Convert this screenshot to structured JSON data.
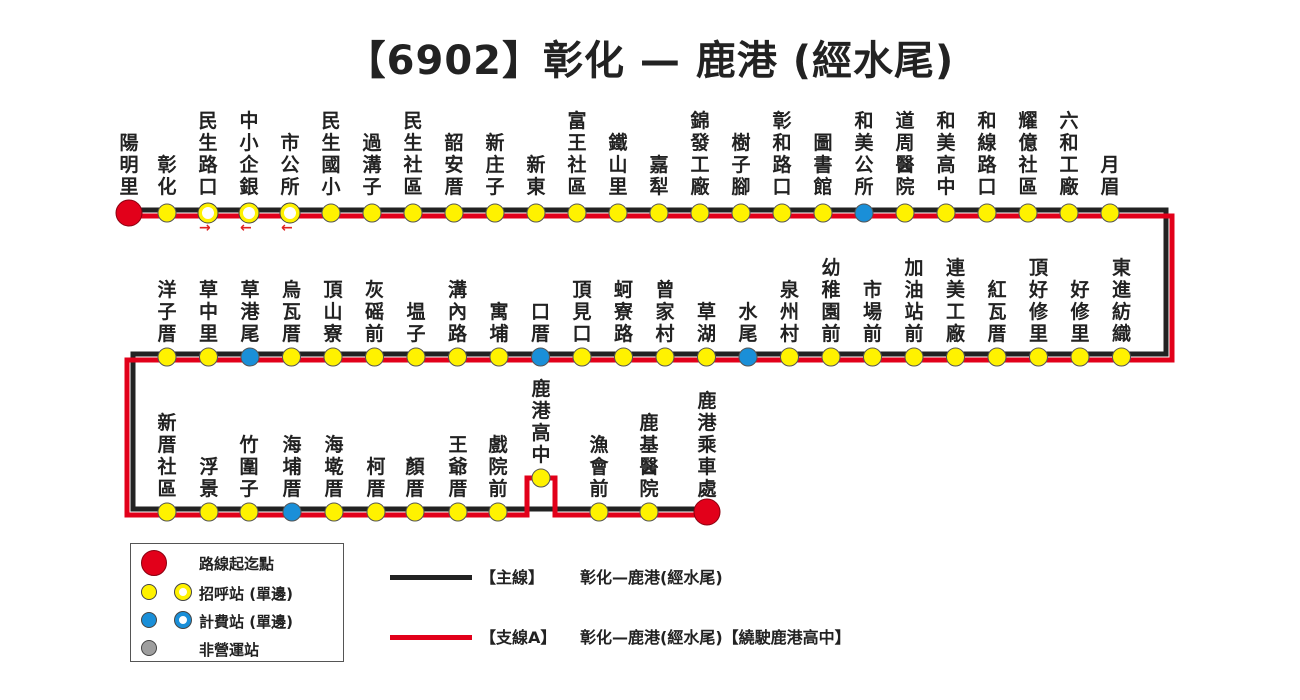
{
  "title": "【6902】彰化 — 鹿港 (經水尾)",
  "colors": {
    "main_line": "#222222",
    "branch_line": "#e2001a",
    "terminal": "#e2001a",
    "hail_stop": "#fff200",
    "fare_stop": "#1a8fd8",
    "non_operating": "#9e9e9e"
  },
  "row1": [
    {
      "name": "陽明里",
      "type": "terminal"
    },
    {
      "name": "彰化",
      "type": "hail"
    },
    {
      "name": "民生路口",
      "type": "hail-single"
    },
    {
      "name": "中小企銀",
      "type": "hail-single"
    },
    {
      "name": "市公所",
      "type": "hail-single"
    },
    {
      "name": "民生國小",
      "type": "hail"
    },
    {
      "name": "過溝子",
      "type": "hail"
    },
    {
      "name": "民生社區",
      "type": "hail"
    },
    {
      "name": "韶安厝",
      "type": "hail"
    },
    {
      "name": "新庄子",
      "type": "hail"
    },
    {
      "name": "新東",
      "type": "hail"
    },
    {
      "name": "富王社區",
      "type": "hail"
    },
    {
      "name": "鐵山里",
      "type": "hail"
    },
    {
      "name": "嘉犁",
      "type": "hail"
    },
    {
      "name": "錦發工廠",
      "type": "hail"
    },
    {
      "name": "樹子腳",
      "type": "hail"
    },
    {
      "name": "彰和路口",
      "type": "hail"
    },
    {
      "name": "圖書館",
      "type": "hail"
    },
    {
      "name": "和美公所",
      "type": "fare"
    },
    {
      "name": "道周醫院",
      "type": "hail"
    },
    {
      "name": "和美高中",
      "type": "hail"
    },
    {
      "name": "和線路口",
      "type": "hail"
    },
    {
      "name": "耀億社區",
      "type": "hail"
    },
    {
      "name": "六和工廠",
      "type": "hail"
    },
    {
      "name": "月眉",
      "type": "hail"
    }
  ],
  "row1_arrows": [
    "→",
    "←",
    "←"
  ],
  "row2": [
    {
      "name": "洋子厝",
      "type": "hail"
    },
    {
      "name": "草中里",
      "type": "hail"
    },
    {
      "name": "草港尾",
      "type": "fare"
    },
    {
      "name": "烏瓦厝",
      "type": "hail"
    },
    {
      "name": "頂山寮",
      "type": "hail"
    },
    {
      "name": "灰磘前",
      "type": "hail"
    },
    {
      "name": "塭子",
      "type": "hail"
    },
    {
      "name": "溝內路",
      "type": "hail"
    },
    {
      "name": "寓埔",
      "type": "hail"
    },
    {
      "name": "口厝",
      "type": "fare"
    },
    {
      "name": "頂見口",
      "type": "hail"
    },
    {
      "name": "蚵寮路",
      "type": "hail"
    },
    {
      "name": "曾家村",
      "type": "hail"
    },
    {
      "name": "草湖",
      "type": "hail"
    },
    {
      "name": "水尾",
      "type": "fare"
    },
    {
      "name": "泉州村",
      "type": "hail"
    },
    {
      "name": "幼稚園前",
      "type": "hail"
    },
    {
      "name": "市場前",
      "type": "hail"
    },
    {
      "name": "加油站前",
      "type": "hail"
    },
    {
      "name": "連美工廠",
      "type": "hail"
    },
    {
      "name": "紅瓦厝",
      "type": "hail"
    },
    {
      "name": "頂好修里",
      "type": "hail"
    },
    {
      "name": "好修里",
      "type": "hail"
    },
    {
      "name": "東進紡織",
      "type": "hail"
    }
  ],
  "row3": [
    {
      "name": "新厝社區",
      "type": "hail"
    },
    {
      "name": "浮景",
      "type": "hail"
    },
    {
      "name": "竹圍子",
      "type": "hail"
    },
    {
      "name": "海埔厝",
      "type": "fare"
    },
    {
      "name": "海墘厝",
      "type": "hail"
    },
    {
      "name": "柯厝",
      "type": "hail"
    },
    {
      "name": "顏厝",
      "type": "hail"
    },
    {
      "name": "王爺厝",
      "type": "hail"
    },
    {
      "name": "戲院前",
      "type": "hail"
    },
    {
      "name": "鹿港高中",
      "type": "hail"
    },
    {
      "name": "漁會前",
      "type": "hail"
    },
    {
      "name": "鹿基醫院",
      "type": "hail"
    },
    {
      "name": "鹿港乘車處",
      "type": "terminal"
    }
  ],
  "legend": {
    "terminal": "路線起迄點",
    "hail": "招呼站 (單邊)",
    "fare": "計費站 (單邊)",
    "non_operating": "非營運站"
  },
  "lines": {
    "main": {
      "name": "【主線】",
      "desc": "彰化—鹿港(經水尾)"
    },
    "branch": {
      "name": "【支線A】",
      "desc": "彰化—鹿港(經水尾)【繞駛鹿港高中】"
    }
  }
}
